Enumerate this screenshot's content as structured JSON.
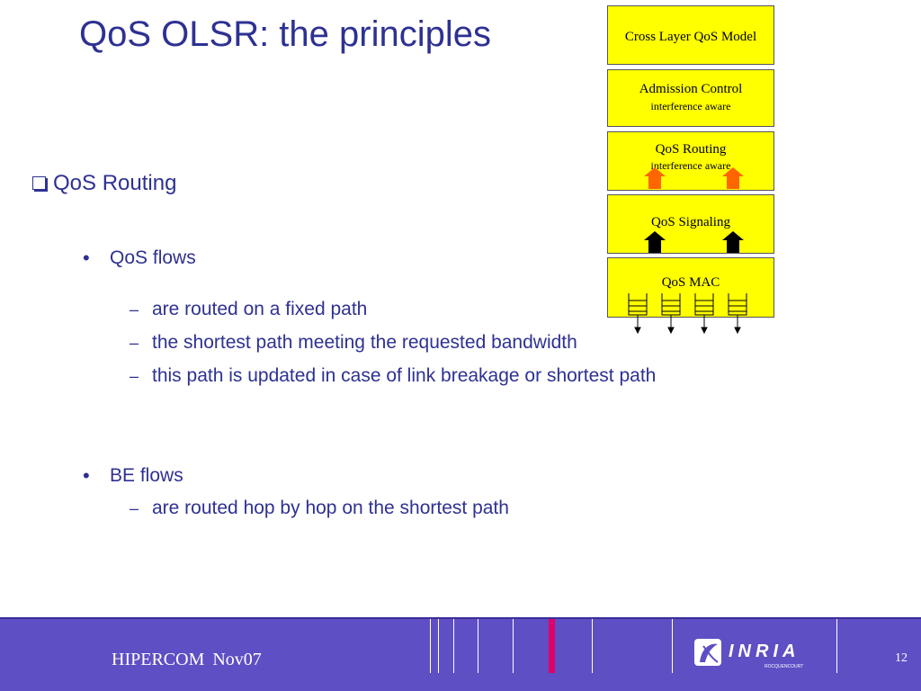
{
  "slide": {
    "title": "QoS OLSR: the principles",
    "section": "QoS Routing",
    "groups": [
      {
        "bullet": "QoS flows",
        "items": [
          "are routed on a fixed path",
          "the shortest path meeting the requested bandwidth",
          "this path is updated in case of link breakage or shortest path"
        ]
      },
      {
        "bullet": "BE flows",
        "items": [
          "are routed hop by hop on the shortest path"
        ]
      }
    ]
  },
  "diagram": {
    "layers": [
      {
        "main": "Cross Layer QoS Model",
        "sub": ""
      },
      {
        "main": "Admission Control",
        "sub": "interference aware"
      },
      {
        "main": "QoS Routing",
        "sub": "interference aware"
      },
      {
        "main": "QoS Signaling",
        "sub": ""
      },
      {
        "main": "QoS MAC",
        "sub": ""
      }
    ],
    "colors": {
      "box_fill": "#ffff00",
      "up_arrow_orange": "#ff6600",
      "up_arrow_black": "#000000"
    }
  },
  "footer": {
    "label": "HIPERCOM  Nov07",
    "logo_text": "INRIA",
    "logo_subtext": "ROCQUENCOURT",
    "page_number": "12",
    "colors": {
      "bar": "#5e4fc4",
      "accent": "#e0006a"
    }
  }
}
